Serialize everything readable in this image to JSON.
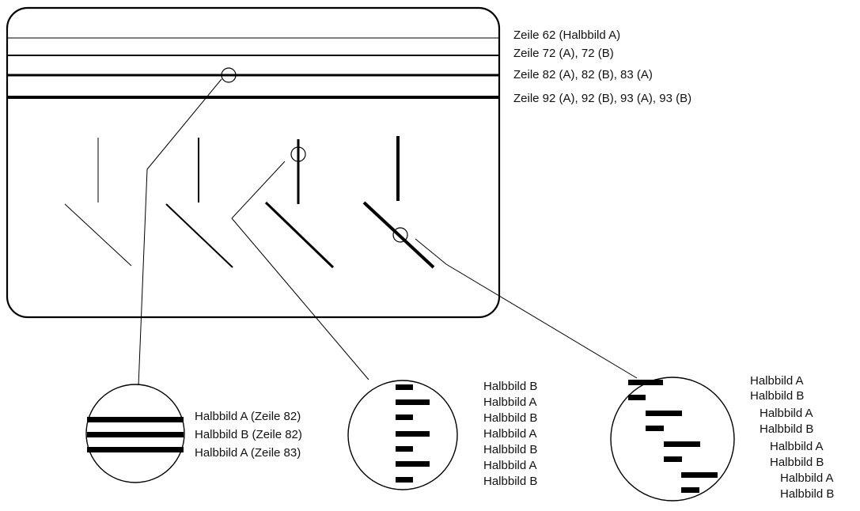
{
  "screen": {
    "line_labels": [
      "Zeile 62 (Halbbild A)",
      "Zeile 72 (A), 72 (B)",
      "Zeile 82 (A), 82 (B), 83 (A)",
      "Zeile 92 (A), 92 (B), 93 (A), 93 (B)"
    ]
  },
  "zoom_horizontal": {
    "labels": [
      "Halbbild A (Zeile 82)",
      "Halbbild B (Zeile 82)",
      "Halbbild A (Zeile 83)"
    ]
  },
  "zoom_vertical": {
    "labels": [
      "Halbbild B",
      "Halbbild A",
      "Halbbild B",
      "Halbbild A",
      "Halbbild B",
      "Halbbild A",
      "Halbbild B"
    ]
  },
  "zoom_diagonal": {
    "labels": [
      "Halbbild A",
      "Halbbild B",
      "Halbbild A",
      "Halbbild B",
      "Halbbild A",
      "Halbbild B",
      "Halbbild A",
      "Halbbild B"
    ]
  }
}
